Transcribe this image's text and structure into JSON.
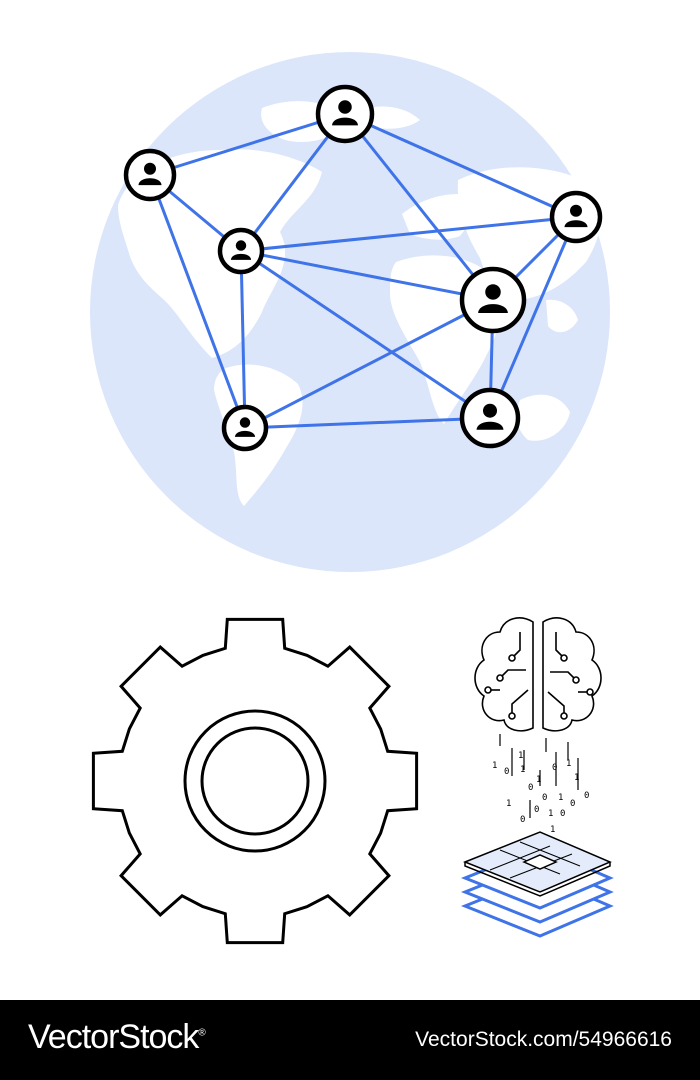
{
  "colors": {
    "globe": "#dbe6fa",
    "land": "#ffffff",
    "link": "#3f73e8",
    "stroke": "#000000",
    "chip_fill": "#e4ecfc"
  },
  "illustration": {
    "network": {
      "node_icon": "person-icon",
      "node_count": 7
    },
    "gear": {
      "icon": "gear-icon"
    },
    "brain": {
      "icon": "circuit-brain-icon"
    },
    "layers": {
      "icon": "stacked-chip-layers-icon"
    },
    "binary_digits": [
      "1",
      "0",
      "1",
      "1",
      "0",
      "1",
      "0",
      "0",
      "1",
      "1",
      "0",
      "1",
      "0",
      "0",
      "1",
      "1",
      "0",
      "1",
      "0"
    ]
  },
  "footer": {
    "brand": "VectorStock",
    "registered_mark": "®",
    "stock_id": "VectorStock.com/54966616"
  }
}
